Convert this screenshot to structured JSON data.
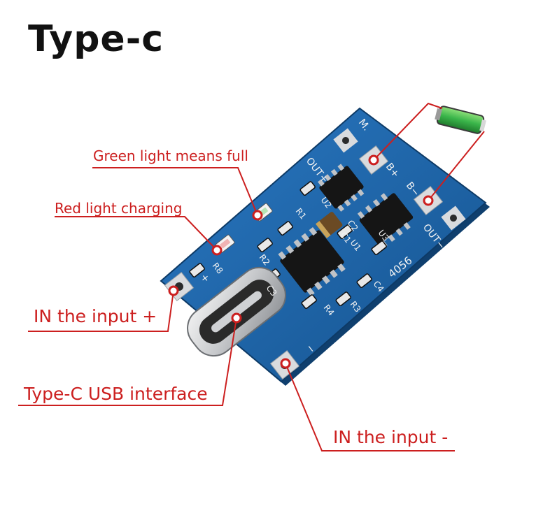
{
  "title": "Type-c",
  "labels": {
    "green_light": "Green light means full",
    "red_light": "Red light charging",
    "input_plus": "IN the input +",
    "usb_interface": "Type-C  USB interface",
    "input_minus": "IN the input -"
  },
  "silkscreen": {
    "m": "M.",
    "out_plus": "OUT+",
    "b_plus": "B+",
    "b_minus": "B−",
    "out_minus": "OUT−",
    "r1": "R1",
    "r2": "R2",
    "r3": "R3",
    "r4": "R4",
    "r8": "R8",
    "c1": "C1",
    "c2": "C2",
    "c3": "C3",
    "c4": "C4",
    "u1": "U1",
    "u2": "U2",
    "u3": "U3",
    "model": "4056",
    "plus": "+",
    "minus": "−"
  },
  "colors": {
    "pcb": "#1e63a8",
    "annotation": "#cc1f1f",
    "battery": "#3ab54a"
  }
}
